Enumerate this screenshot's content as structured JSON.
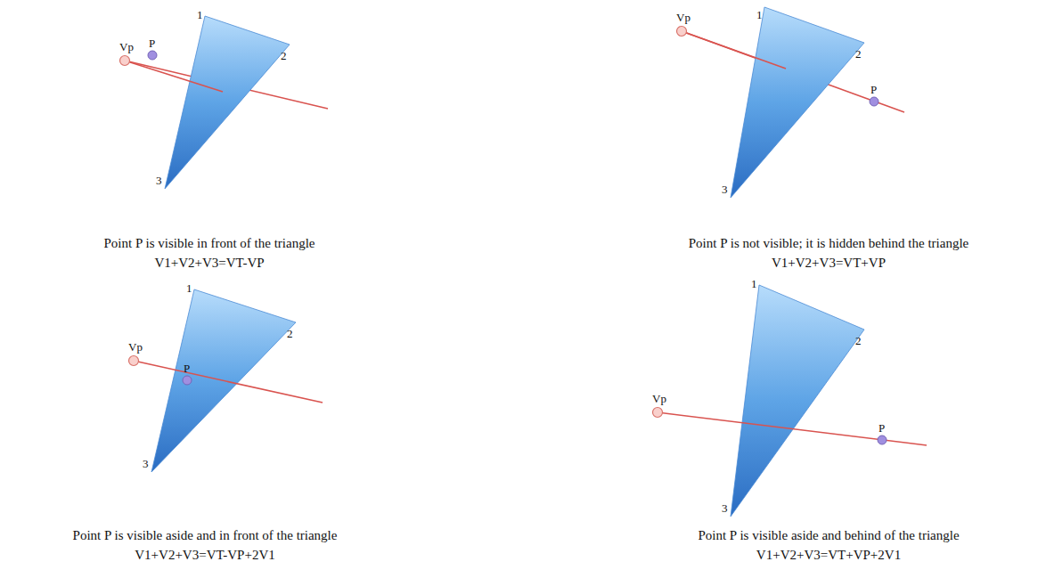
{
  "diagram": {
    "labels": [
      "Vp",
      "P",
      "1",
      "2",
      "3",
      "Point P is visible in front of the triangle",
      "V1+V2+V3=VT-VP",
      "Vp",
      "P",
      "1",
      "2",
      "3",
      "Point P is not visible; it is hidden behind the triangle",
      "V1+V2+V3=VT+VP",
      "Vp",
      "P",
      "1",
      "2",
      "3",
      "Point P is visible aside and in front of the triangle",
      "V1+V2+V3=VT-VP+2V1",
      "Vp",
      "P",
      "1",
      "2",
      "3",
      "Point P is visible aside and behind of the triangle",
      "V1+V2+V3=VT+VP+2V1"
    ]
  }
}
